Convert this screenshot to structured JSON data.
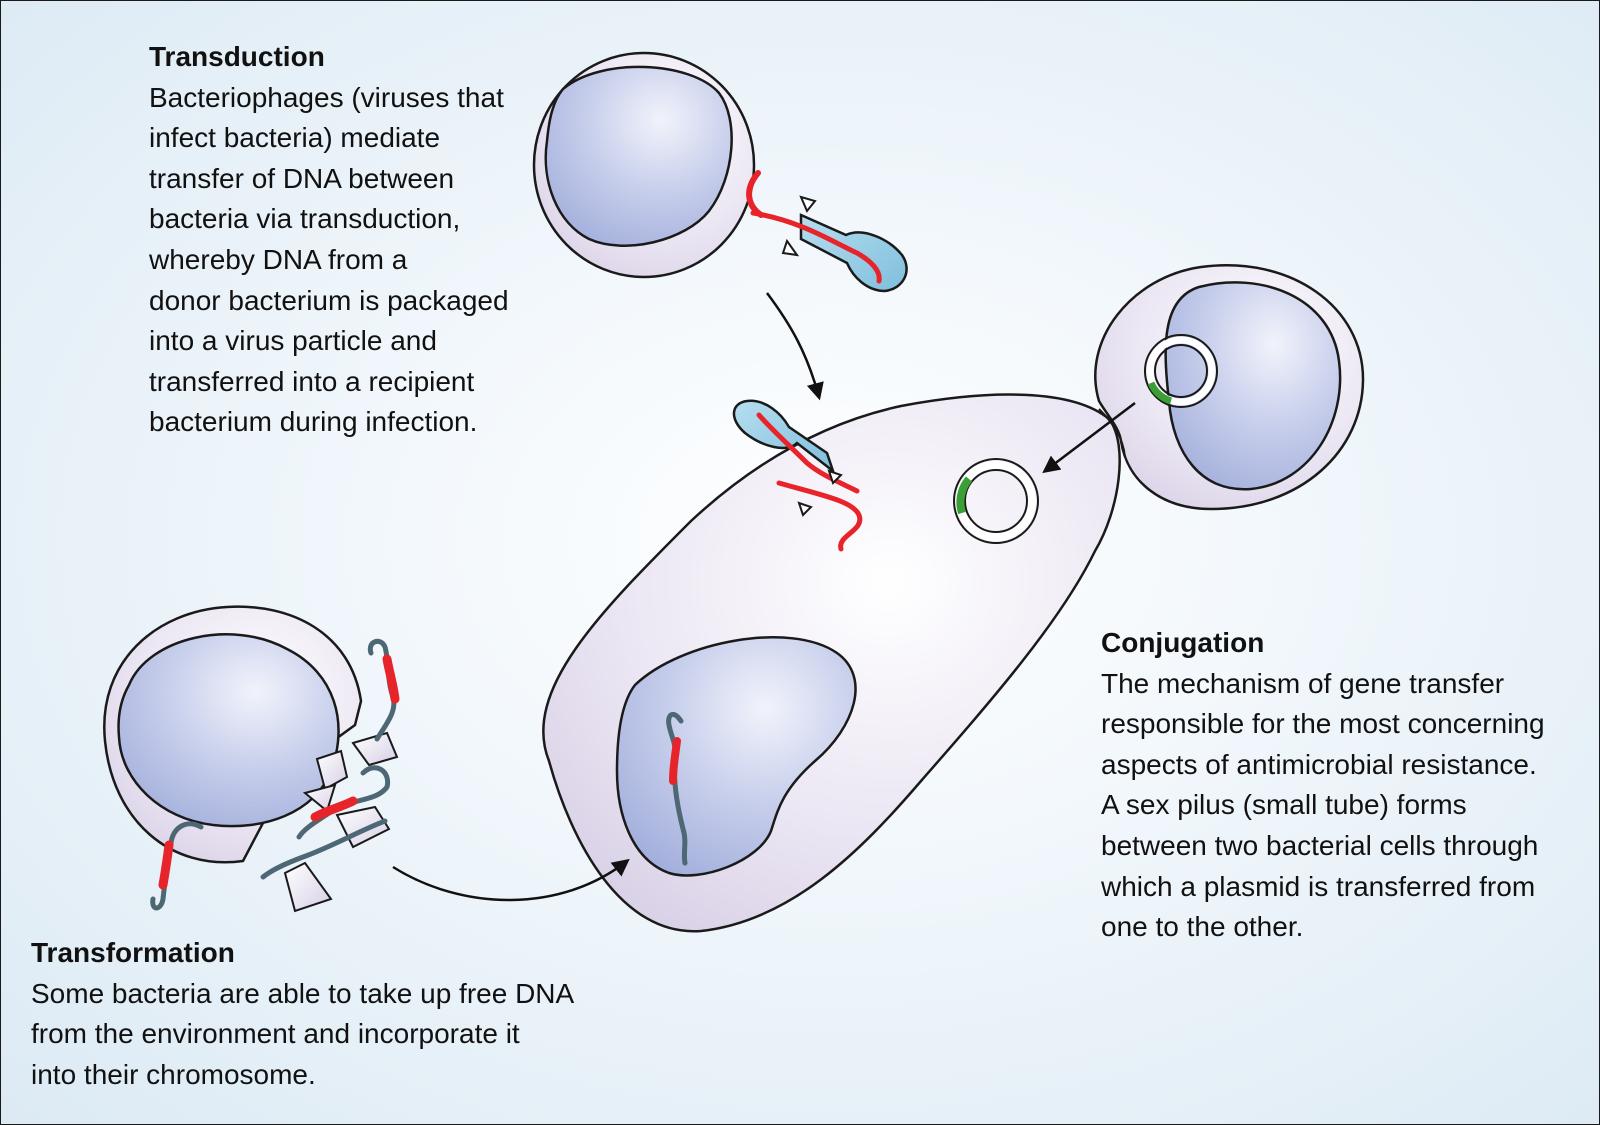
{
  "transduction": {
    "heading": "Transduction",
    "lines": [
      "Bacteriophages (viruses that",
      "infect bacteria) mediate",
      "transfer of DNA between",
      "bacteria via transduction,",
      "whereby DNA from a",
      "donor bacterium is packaged",
      "into a virus particle and",
      "transferred into a recipient",
      "bacterium during infection."
    ]
  },
  "conjugation": {
    "heading": "Conjugation",
    "lines": [
      "The mechanism of gene transfer",
      "responsible for the most concerning",
      "aspects of antimicrobial resistance.",
      "A sex pilus (small tube) forms",
      "between two bacterial cells through",
      "which a plasmid is transferred from",
      "one to the other."
    ]
  },
  "transformation": {
    "heading": "Transformation",
    "lines": [
      "Some bacteria are able to take up free DNA",
      "from the environment and incorporate it",
      "into their chromosome."
    ]
  },
  "colors": {
    "cell_fill": "#ddd6ea",
    "nucleoid_fill": "#a9b5de",
    "phage_fill": "#8ec9e0",
    "dna_red": "#e8242b",
    "dna_slate": "#4d6874",
    "plasmid_green": "#3aa035",
    "outline": "#1a1a1a",
    "background": "#e6f0f7"
  }
}
